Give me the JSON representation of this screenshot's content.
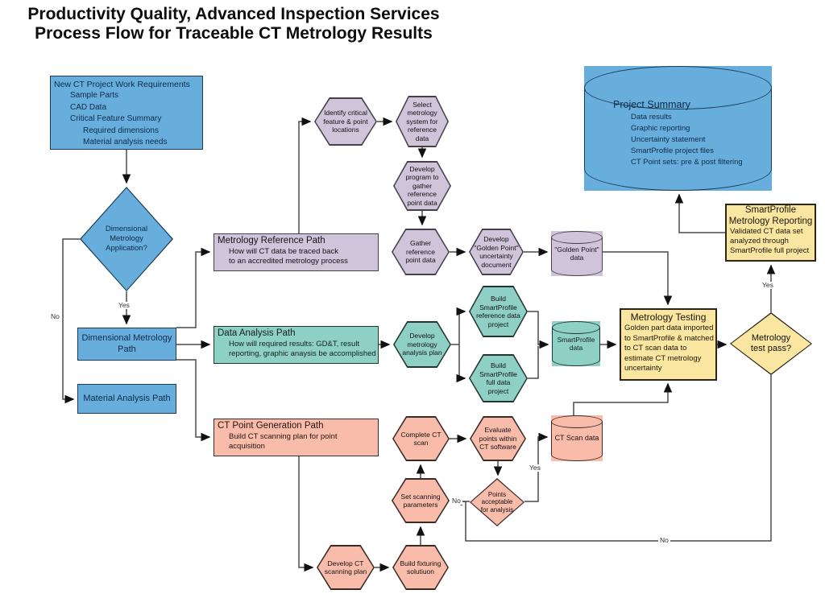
{
  "title": {
    "line1": "Productivity Quality, Advanced Inspection Services",
    "line2": "Process Flow for Traceable CT Metrology Results"
  },
  "colors": {
    "blue_fill": "#68aedd",
    "blue_border": "#1b3c58",
    "purple_fill": "#cfc4da",
    "purple_border": "#45404c",
    "teal_fill": "#8fd0c6",
    "teal_border": "#233531",
    "pink_fill": "#f9bcab",
    "pink_border": "#3a2b26",
    "yellow_fill": "#fae5a1",
    "yellow_border": "#2a2517",
    "line": "#4a4a4a",
    "text": "#111111"
  },
  "labels": {
    "yes": "Yes",
    "no": "No"
  },
  "nodes": {
    "new_project": {
      "title": "New CT Project Work Requirements",
      "lines": [
        "Sample Parts",
        "CAD Data",
        "Critical Feature Summary"
      ],
      "sublines": [
        "Required dimensions",
        "Material analysis needs"
      ]
    },
    "dim_app": {
      "label": "Dimensional Metrology Application?"
    },
    "dim_path": {
      "label": "Dimensional Metrology Path"
    },
    "mat_path": {
      "label": "Material Analysis Path"
    },
    "ref_path": {
      "title": "Metrology Reference Path",
      "desc1": "How will CT data be traced back",
      "desc2": "to an accredited metrology process"
    },
    "identify": {
      "label": "Identify critical feature & point locations"
    },
    "select_sys": {
      "label": "Select metrology system  for reference data"
    },
    "dev_program": {
      "label": "Develop program to gather reference point data"
    },
    "gather": {
      "label": "Gather reference point data"
    },
    "dev_golden": {
      "label": "Develop \"Golden Point\" uncertainty document"
    },
    "golden_db": {
      "label": "\"Golden Point\" data"
    },
    "project_summary": {
      "title": "Project Summary",
      "lines": [
        "Data results",
        "Graphic reporting",
        "Uncertainty statement",
        "SmartProfile project files",
        "CT Point sets: pre & post filtering"
      ]
    },
    "sp_reporting": {
      "title1": "SmartProfile",
      "title2": "Metrology Reporting",
      "desc": "Validated CT data set analyzed through SmartProfile full project"
    },
    "data_path": {
      "title": "Data Analysis Path",
      "desc1": "How will required results: GD&T, result",
      "desc2": "reporting, graphic anaysis be accomplished"
    },
    "dev_plan": {
      "label": "Develop metrology analysis plan"
    },
    "build_ref": {
      "label": "Build SmartProfile reference data project"
    },
    "build_full": {
      "label": "Build SmartProfile full data project"
    },
    "sp_db": {
      "label": "SmartProfile data"
    },
    "met_testing": {
      "title": "Metrology Testing",
      "desc": "Golden part data imported to SmartProfile & matched to CT scan data to estimate CT metrology uncertainty"
    },
    "test_pass": {
      "label": "Metrology test pass?"
    },
    "ct_path": {
      "title": "CT Point Generation Path",
      "desc1": "Build CT scanning plan for point",
      "desc2": "acquisition"
    },
    "complete_scan": {
      "label": "Complete  CT scan"
    },
    "evaluate": {
      "label": "Evaluate points within CT software"
    },
    "ct_db": {
      "label": "CT Scan data"
    },
    "points_ok": {
      "label": "Points acceptable for analysis"
    },
    "set_params": {
      "label": "Set  scanning parameters"
    },
    "dev_ct_plan": {
      "label": "Develop CT scanning plan"
    },
    "build_fix": {
      "label": "Build fixturing solutiuon"
    }
  }
}
